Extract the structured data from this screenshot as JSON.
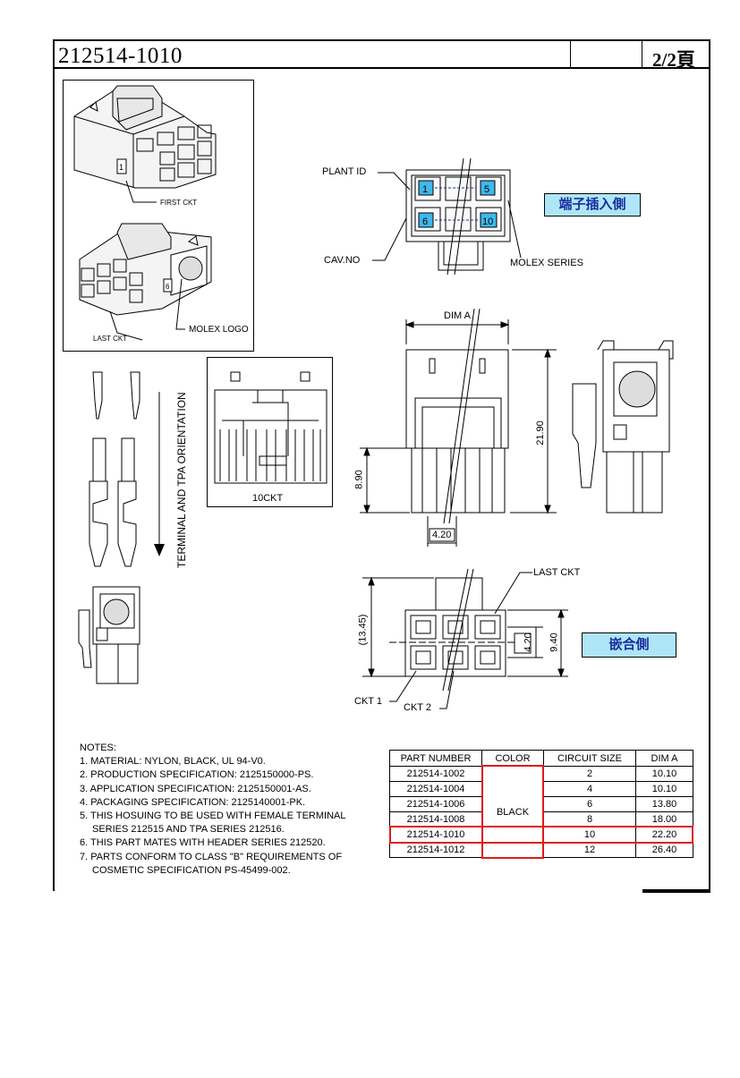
{
  "header": {
    "part_number": "212514-1010",
    "page": "2/2頁"
  },
  "iso_view": {
    "first_ckt": "FIRST CKT",
    "last_ckt": "LAST CKT",
    "molex_logo": "MOLEX LOGO",
    "first_mark": "1",
    "last_mark": "6"
  },
  "front_view": {
    "plant_id": "PLANT ID",
    "cav_no": "CAV.NO",
    "molex_series": "MOLEX SERIES",
    "badge": "端子插入側",
    "cav_numbers": [
      "1",
      "5",
      "6",
      "10"
    ]
  },
  "terminal_view": {
    "orientation": "TERMINAL AND TPA ORIENTATION",
    "ckt_label": "10CKT"
  },
  "side_view": {
    "dim_a": "DIM A",
    "height": "21.90",
    "lower": "8.90",
    "pitch": "4.20"
  },
  "bottom_view": {
    "last_ckt": "LAST CKT",
    "ckt1": "CKT 1",
    "ckt2": "CKT 2",
    "depth": "(13.45)",
    "pitch": "4.20",
    "width": "9.40",
    "badge": "嵌合側"
  },
  "notes": {
    "title": "NOTES:",
    "items": [
      "1. MATERIAL: NYLON, BLACK, UL 94-V0.",
      "2. PRODUCTION SPECIFICATION: 2125150000-PS.",
      "3. APPLICATION SPECIFICATION: 2125150001-AS.",
      "4. PACKAGING SPECIFICATION: 2125140001-PK.",
      "5. THIS HOSUING TO BE USED WITH FEMALE TERMINAL",
      "SERIES 212515 AND TPA SERIES 212516.",
      "6. THIS PART MATES WITH HEADER SERIES 212520.",
      "7. PARTS CONFORM TO CLASS \"B\" REQUIREMENTS OF",
      "COSMETIC SPECIFICATION PS-45499-002."
    ]
  },
  "table": {
    "headers": [
      "PART NUMBER",
      "COLOR",
      "CIRCUIT SIZE",
      "DIM A"
    ],
    "color": "BLACK",
    "rows": [
      {
        "part": "212514-1002",
        "size": "2",
        "dim": "10.10"
      },
      {
        "part": "212514-1004",
        "size": "4",
        "dim": "10.10"
      },
      {
        "part": "212514-1006",
        "size": "6",
        "dim": "13.80"
      },
      {
        "part": "212514-1008",
        "size": "8",
        "dim": "18.00"
      },
      {
        "part": "212514-1010",
        "size": "10",
        "dim": "22.20"
      },
      {
        "part": "212514-1012",
        "size": "12",
        "dim": "26.40"
      }
    ]
  },
  "colors": {
    "highlight_box": "#e11a1a",
    "badge_fill": "#aee6f7",
    "badge_text": "#1a2d9e",
    "cavity_fill": "#3fb8ec"
  }
}
